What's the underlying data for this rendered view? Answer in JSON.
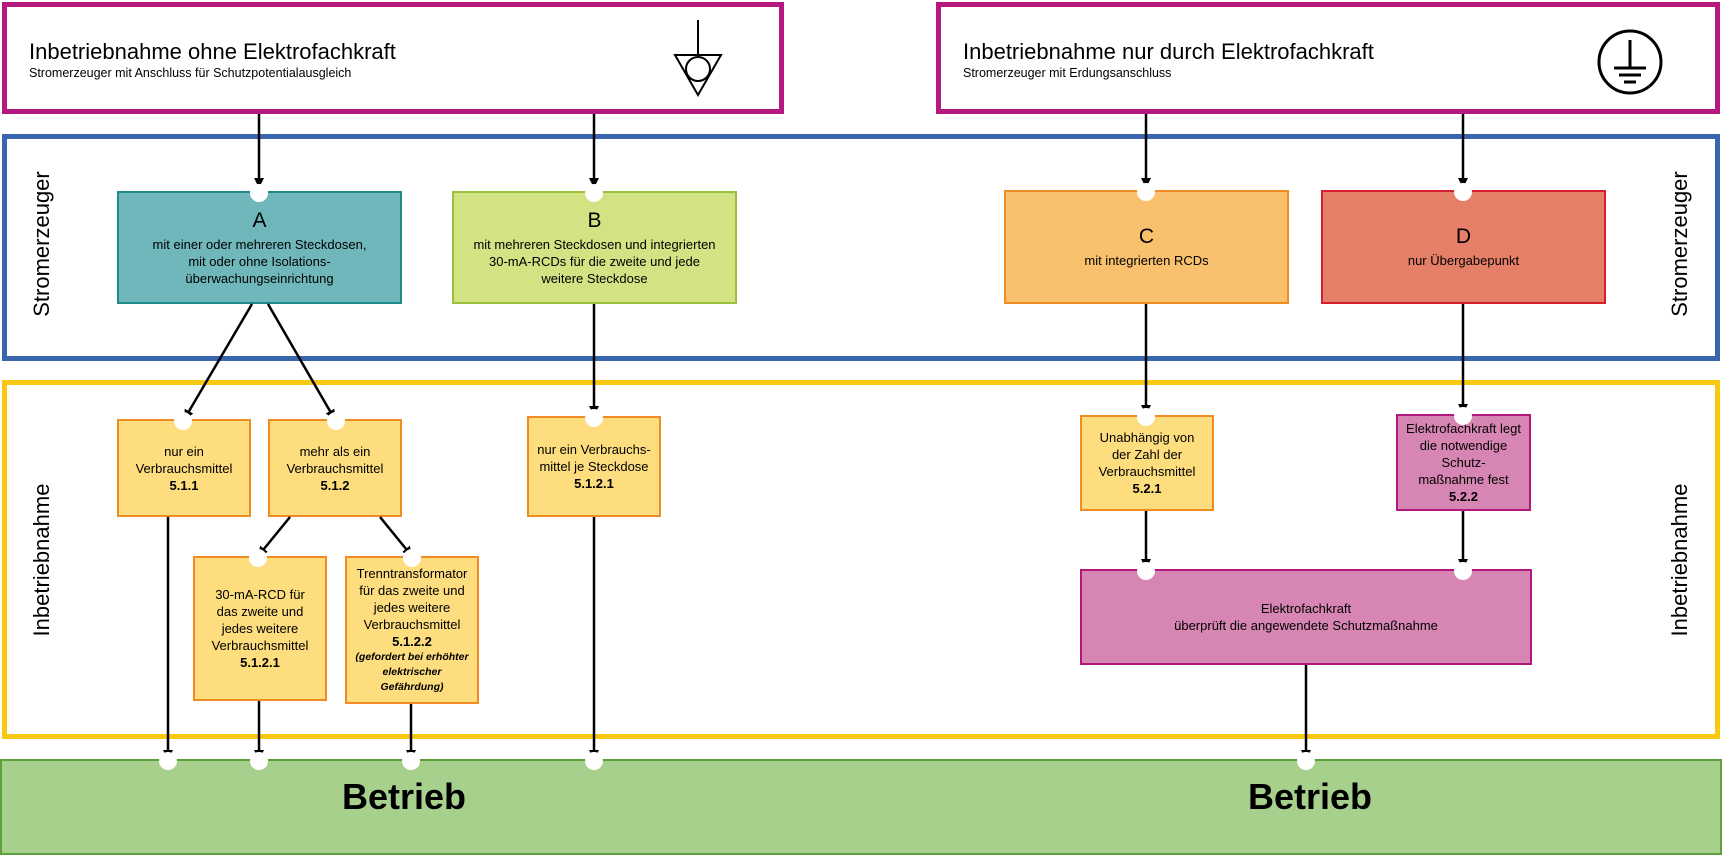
{
  "left_header": {
    "title": "Inbetriebnahme ohne Elektrofachkraft",
    "subtitle": "Stromerzeuger mit Anschluss für Schutzpotentialausgleich",
    "icon": "equipotential-bonding-symbol"
  },
  "right_header": {
    "title": "Inbetriebnahme nur durch Elektrofachkraft",
    "subtitle": "Stromerzeuger mit Erdungsanschluss",
    "icon": "protective-earth-symbol"
  },
  "bands": {
    "generator_label": "Stromerzeuger",
    "commissioning_label": "Inbetriebnahme",
    "operation_label": "Betrieb"
  },
  "boxes": {
    "a": {
      "letter": "A",
      "l1": "mit einer oder mehreren Steckdosen,",
      "l2": "mit oder ohne Isolations-",
      "l3": "überwachungseinrichtung"
    },
    "b": {
      "letter": "B",
      "l1": "mit mehreren Steckdosen und integrierten",
      "l2": "30-mA-RCDs für die zweite und jede",
      "l3": "weitere Steckdose"
    },
    "c": {
      "letter": "C",
      "l1": "mit integrierten RCDs"
    },
    "d": {
      "letter": "D",
      "l1": "nur Übergabepunkt"
    },
    "n511": {
      "l1": "nur ein",
      "l2": "Verbrauchsmittel",
      "num": "5.1.1"
    },
    "n512": {
      "l1": "mehr als ein",
      "l2": "Verbrauchsmittel",
      "num": "5.1.2"
    },
    "n5121a": {
      "l1": "30-mA-RCD für",
      "l2": "das zweite und",
      "l3": "jedes weitere",
      "l4": "Verbrauchsmittel",
      "num": "5.1.2.1"
    },
    "n5122": {
      "l1": "Trenntransformator",
      "l2": "für das zweite und",
      "l3": "jedes weitere",
      "l4": "Verbrauchsmittel",
      "num": "5.1.2.2",
      "n1": "(gefordert bei erhöhter",
      "n2": "elektrischer Gefährdung)"
    },
    "n5121b": {
      "l1": "nur ein Verbrauchs-",
      "l2": "mittel je Steckdose",
      "num": "5.1.2.1"
    },
    "n521": {
      "l1": "Unabhängig von",
      "l2": "der Zahl der",
      "l3": "Verbrauchsmittel",
      "num": "5.2.1"
    },
    "n522": {
      "l1": "Elektrofachkraft legt",
      "l2": "die notwendige Schutz-",
      "l3": "maßnahme fest",
      "num": "5.2.2"
    },
    "check": {
      "l1": "Elektrofachkraft",
      "l2": "überprüft die angewendete Schutzmaßnahme"
    }
  },
  "colors": {
    "header_border": "#b5187e",
    "generator_border": "#3a66b0",
    "commissioning_border": "#f7c912",
    "operation_fill": "#a8d08d",
    "box_a": "#6fb7ba",
    "box_b": "#d3e283",
    "box_c": "#f9c16d",
    "box_d": "#e67f67",
    "box_step": "#fddd7e",
    "box_expert": "#d786b3"
  }
}
